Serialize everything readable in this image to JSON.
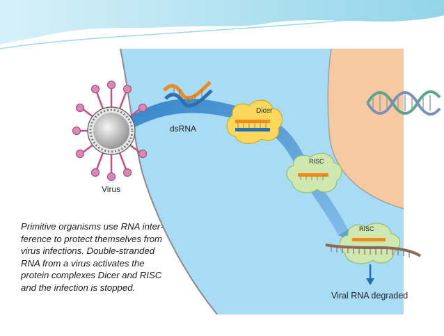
{
  "colors": {
    "header_wave": "#7fcde6",
    "cytoplasm": "#a7dcf4",
    "nucleus": "#f6c9a0",
    "arrow": "#1e6fb8",
    "virus_spike": "#c44e86",
    "complex_yellow": "#f9d85a",
    "complex_green": "#cfe8b0",
    "rna_orange": "#f08a1c",
    "rna_blue": "#2d6fb5",
    "degraded_rna": "#8b6a5e"
  },
  "labels": {
    "dsrna": "dsRNA",
    "dicer": "Dicer",
    "risc_1": "RISC",
    "risc_2": "RISC",
    "virus": "Virus",
    "degraded": "Viral RNA degraded"
  },
  "caption": {
    "line_1": "Primitive organisms use RNA inter-",
    "line_2": "ference to protect themselves from",
    "line_3": "virus infections. Double-stranded",
    "line_4": "RNA from a virus activates the",
    "line_5": "protein complexes Dicer and RISC",
    "line_6": "and the infection is stopped."
  }
}
